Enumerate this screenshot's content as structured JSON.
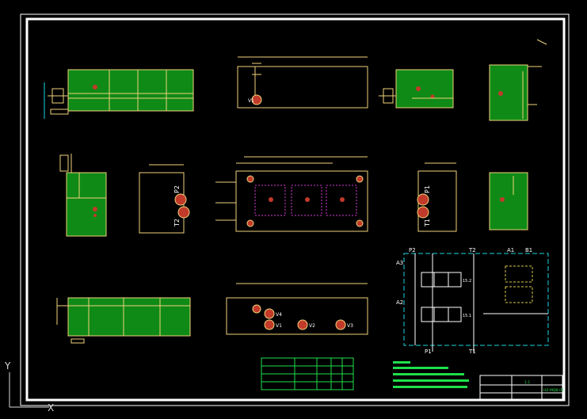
{
  "colors": {
    "background": "#000000",
    "border": "#ffffff",
    "line": "#f0d27a",
    "fill": "#0f8a16",
    "hole": "#c23a2a",
    "cyan": "#19d6e0",
    "magenta": "#d43ad4",
    "green_text": "#1fe04a"
  },
  "ucs": {
    "y_label": "Y",
    "x_label": "X"
  },
  "ports": {
    "p2_top": "P2",
    "t2_top": "T2",
    "a1": "A1",
    "b1": "B1",
    "a3": "A3",
    "a2": "A2",
    "p1": "P1",
    "t1": "T1",
    "plate_p2": "P2",
    "plate_t2": "T2",
    "plate_p1": "P1",
    "plate_t1": "T1"
  },
  "callouts": {
    "v1_top": "V1",
    "v2": "V2",
    "v3": "V3",
    "v4": "V4",
    "v1": "V1"
  },
  "schematic_labels": {
    "valve_upper": "15.2",
    "valve_lower": "15.1"
  },
  "title_block": {
    "scale": "1:1",
    "drawing_no": "HZ-MQB-01"
  }
}
